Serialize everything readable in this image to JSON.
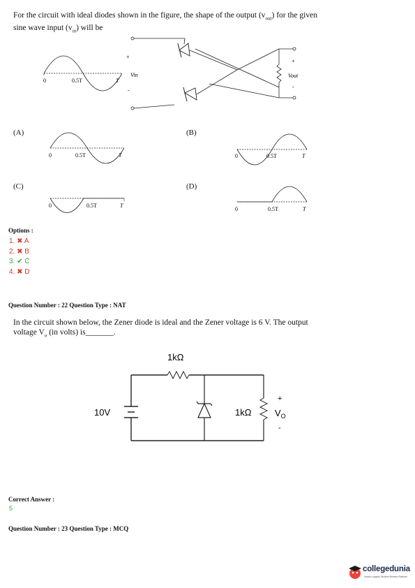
{
  "q21": {
    "text_line1": "For the circuit with ideal diodes shown in the figure, the shape of the output (v",
    "text_line1_sub": "out",
    "text_line1_end": ") for the given",
    "text_line2_a": "sine wave input (v",
    "text_line2_sub": "in",
    "text_line2_end": ") will be",
    "vin_label": "Vin",
    "vout_label": "Vout",
    "plus": "+",
    "minus": "-",
    "tick_zero": "0",
    "tick_half": "0.5T",
    "tick_full": "T",
    "choice_a": "(A)",
    "choice_b": "(B)",
    "choice_c": "(C)",
    "choice_d": "(D)"
  },
  "options": {
    "heading": "Options :",
    "items": [
      {
        "num": "1.",
        "mark": "✖",
        "label": "A"
      },
      {
        "num": "2.",
        "mark": "✖",
        "label": "B"
      },
      {
        "num": "3.",
        "mark": "✔",
        "label": "C"
      },
      {
        "num": "4.",
        "mark": "✖",
        "label": "D"
      }
    ],
    "colors": {
      "wrong": "#d43a2f",
      "correct": "#3aa53a"
    }
  },
  "q22": {
    "header": "Question Number : 22 Question Type : NAT",
    "text_line1": "In the circuit shown below, the Zener diode is ideal and the Zener voltage is 6 V. The output",
    "text_line2_a": "voltage V",
    "text_line2_sub": "o",
    "text_line2_end": " (in volts) is_______.",
    "resistor_top": "1kΩ",
    "source": "10V",
    "resistor_load": "1kΩ",
    "plus": "+",
    "vo_label": "V",
    "vo_sub": "O",
    "minus": "-"
  },
  "answer": {
    "heading": "Correct Answer :",
    "value": "5"
  },
  "q23": {
    "header": "Question Number : 23 Question Type : MCQ"
  },
  "brand": {
    "name": "collegedunia",
    "tagline": "India's Largest Student Review Platform"
  }
}
